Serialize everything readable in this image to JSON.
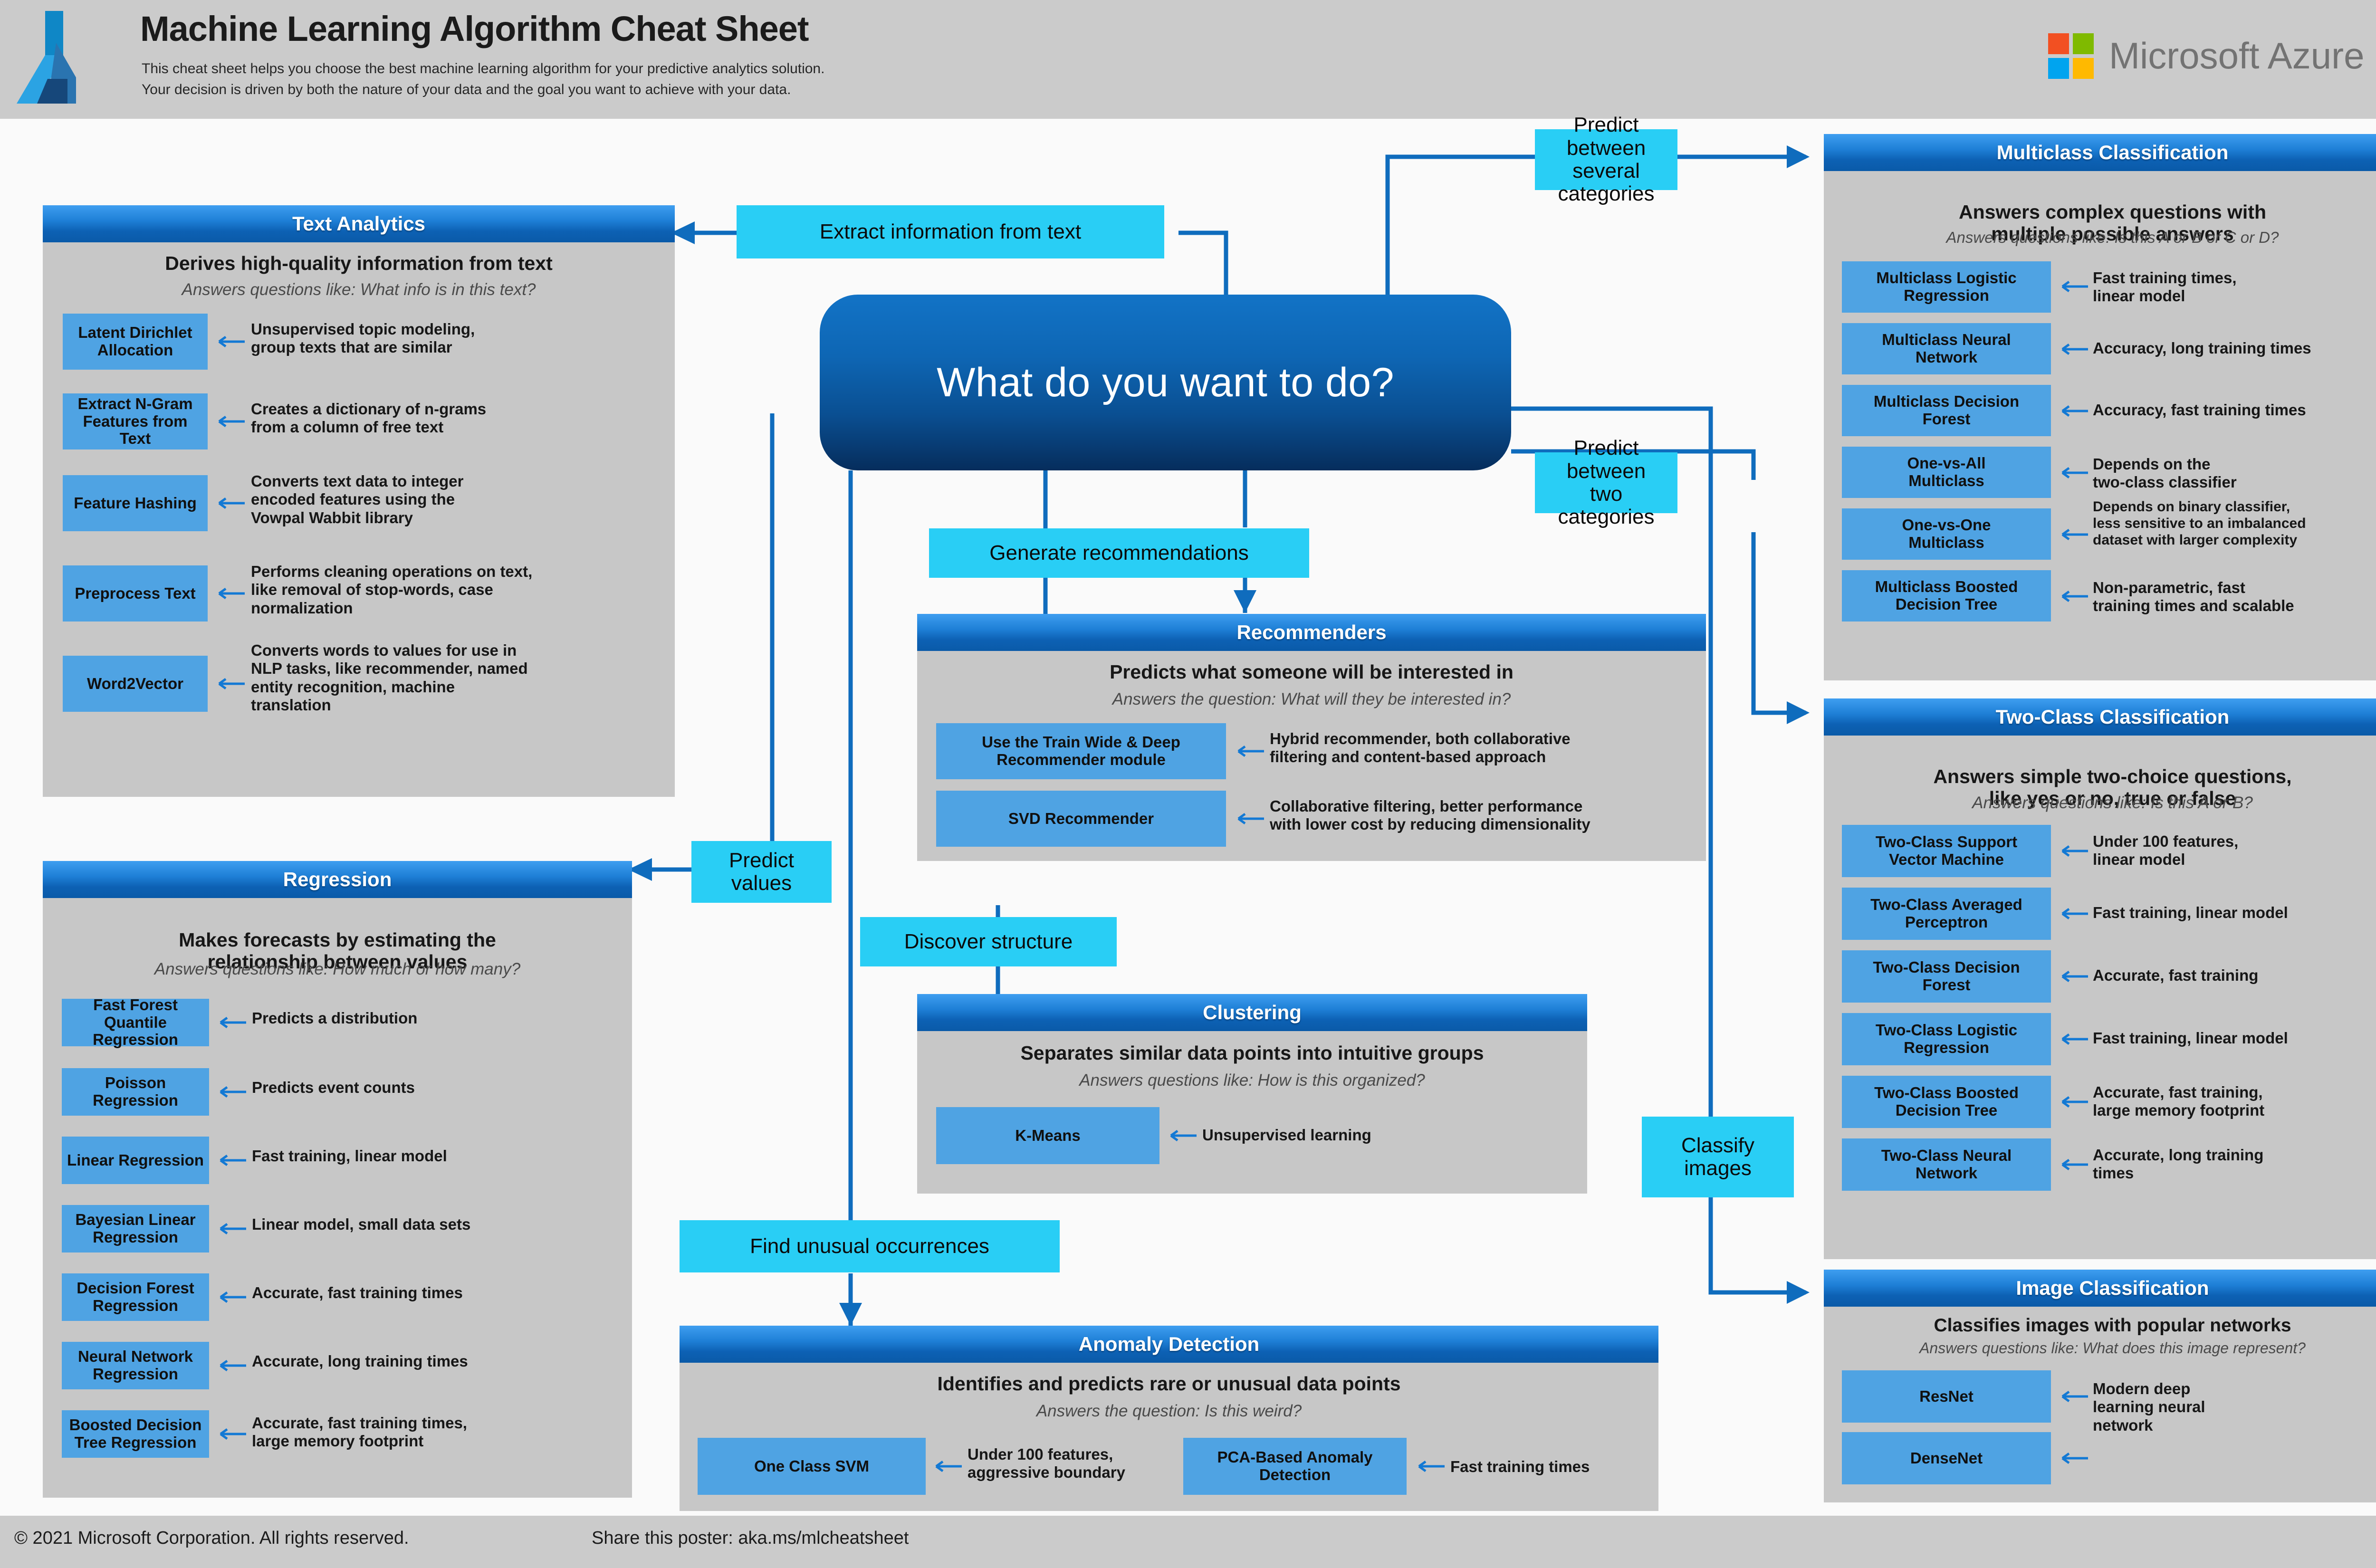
{
  "header": {
    "title": "Machine Learning Algorithm Cheat Sheet",
    "subtitle_line1": "This cheat sheet helps you choose the best machine learning algorithm for your predictive analytics solution.",
    "subtitle_line2": "Your decision is driven by both the nature of your data and the goal you want to achieve with your data.",
    "brand": "Microsoft Azure",
    "logo_colors": {
      "red": "#F25022",
      "green": "#7FBA00",
      "blue": "#00A4EF",
      "yellow": "#FFB900"
    }
  },
  "hub": {
    "question": "What do you want to do?"
  },
  "decision_labels": {
    "extract_text": "Extract information from text",
    "predict_several": "Predict between\nseveral categories",
    "predict_two": "Predict between\ntwo categories",
    "generate_recs": "Generate recommendations",
    "predict_values": "Predict\nvalues",
    "discover_structure": "Discover structure",
    "classify_images": "Classify\nimages",
    "find_unusual": "Find unusual occurrences"
  },
  "panels": {
    "text_analytics": {
      "title": "Text Analytics",
      "description": "Derives high-quality information from text",
      "answers": "Answers questions like: What info is in this text?",
      "algorithms": [
        {
          "name": "Latent Dirichlet\nAllocation",
          "note": "Unsupervised topic modeling,\ngroup texts that are similar"
        },
        {
          "name": "Extract N-Gram\nFeatures from Text",
          "note": "Creates a dictionary of n-grams\nfrom a column of free text"
        },
        {
          "name": "Feature Hashing",
          "note": "Converts text data to integer\nencoded features using the\nVowpal Wabbit library"
        },
        {
          "name": "Preprocess Text",
          "note": "Performs cleaning operations on text,\nlike removal of stop-words, case\nnormalization"
        },
        {
          "name": "Word2Vector",
          "note": "Converts words to values for use in\nNLP tasks, like recommender, named\nentity recognition, machine\ntranslation"
        }
      ]
    },
    "regression": {
      "title": "Regression",
      "description": "Makes forecasts by estimating the\nrelationship between values",
      "answers": "Answers questions like: How much or how many?",
      "algorithms": [
        {
          "name": "Fast Forest Quantile\nRegression",
          "note": "Predicts a distribution"
        },
        {
          "name": "Poisson Regression",
          "note": "Predicts event counts"
        },
        {
          "name": "Linear Regression",
          "note": "Fast training, linear model"
        },
        {
          "name": "Bayesian Linear\nRegression",
          "note": "Linear model, small data sets"
        },
        {
          "name": "Decision Forest\nRegression",
          "note": "Accurate, fast training times"
        },
        {
          "name": "Neural Network\nRegression",
          "note": "Accurate, long training times"
        },
        {
          "name": "Boosted Decision\nTree Regression",
          "note": "Accurate, fast training times,\nlarge memory footprint"
        }
      ]
    },
    "recommenders": {
      "title": "Recommenders",
      "description": "Predicts what someone will be interested in",
      "answers": "Answers the question: What will they be interested in?",
      "algorithms": [
        {
          "name": "Use the Train Wide & Deep\nRecommender module",
          "note": "Hybrid recommender, both collaborative\nfiltering and content-based approach"
        },
        {
          "name": "SVD Recommender",
          "note": "Collaborative filtering, better performance\nwith lower cost by reducing dimensionality"
        }
      ]
    },
    "clustering": {
      "title": "Clustering",
      "description": "Separates similar data points into intuitive groups",
      "answers": "Answers questions like: How is this organized?",
      "algorithms": [
        {
          "name": "K-Means",
          "note": "Unsupervised learning"
        }
      ]
    },
    "anomaly_detection": {
      "title": "Anomaly Detection",
      "description": "Identifies and predicts rare or unusual data points",
      "answers": "Answers the question: Is this weird?",
      "algorithms": [
        {
          "name": "One Class SVM",
          "note": "Under 100 features,\naggressive boundary"
        },
        {
          "name": "PCA-Based Anomaly\nDetection",
          "note": "Fast training times"
        }
      ]
    },
    "multiclass_classification": {
      "title": "Multiclass Classification",
      "description": "Answers complex questions with\nmultiple possible answers",
      "answers": "Answers questions like: Is this A or B or C or D?",
      "algorithms": [
        {
          "name": "Multiclass Logistic\nRegression",
          "note": "Fast training times,\nlinear model"
        },
        {
          "name": "Multiclass Neural\nNetwork",
          "note": "Accuracy, long training times"
        },
        {
          "name": "Multiclass Decision\nForest",
          "note": "Accuracy, fast training times"
        },
        {
          "name": "One-vs-All\nMulticlass",
          "note": "Depends on the\ntwo-class classifier"
        },
        {
          "name": "One-vs-One\nMulticlass",
          "note": "Depends on binary classifier,\nless sensitive to an imbalanced\ndataset with larger complexity"
        },
        {
          "name": "Multiclass Boosted\nDecision Tree",
          "note": "Non-parametric, fast\ntraining times and scalable"
        }
      ]
    },
    "two_class_classification": {
      "title": "Two-Class Classification",
      "description": "Answers simple two-choice questions,\nlike yes or no, true or false",
      "answers": "Answers questions like: Is this A or B?",
      "algorithms": [
        {
          "name": "Two-Class Support\nVector Machine",
          "note": "Under 100 features,\nlinear model"
        },
        {
          "name": "Two-Class Averaged\nPerceptron",
          "note": "Fast training, linear model"
        },
        {
          "name": "Two-Class Decision\nForest",
          "note": "Accurate, fast training"
        },
        {
          "name": "Two-Class Logistic\nRegression",
          "note": "Fast training, linear model"
        },
        {
          "name": "Two-Class Boosted\nDecision Tree",
          "note": "Accurate, fast training,\nlarge memory footprint"
        },
        {
          "name": "Two-Class Neural\nNetwork",
          "note": "Accurate, long training\ntimes"
        }
      ]
    },
    "image_classification": {
      "title": "Image Classification",
      "description": "Classifies images with popular networks",
      "answers": "Answers questions like: What does this image represent?",
      "algorithms": [
        {
          "name": "ResNet",
          "note": "Modern deep\nlearning neural\nnetwork"
        },
        {
          "name": "DenseNet",
          "note": ""
        }
      ]
    }
  },
  "footer": {
    "copyright": "© 2021 Microsoft Corporation. All rights reserved.",
    "share": "Share this poster: aka.ms/mlcheatsheet"
  },
  "colors": {
    "panel_bg": "#c7c7c7",
    "chip_blue": "#4fa3e3",
    "header_blue_top": "#3f9ef0",
    "header_blue_bottom": "#0a5aa8",
    "decision_cyan": "#29CEF5",
    "wire_blue": "#0f6cbd",
    "page_bg": "#fafafa",
    "band_gray": "#cbcbcb"
  }
}
